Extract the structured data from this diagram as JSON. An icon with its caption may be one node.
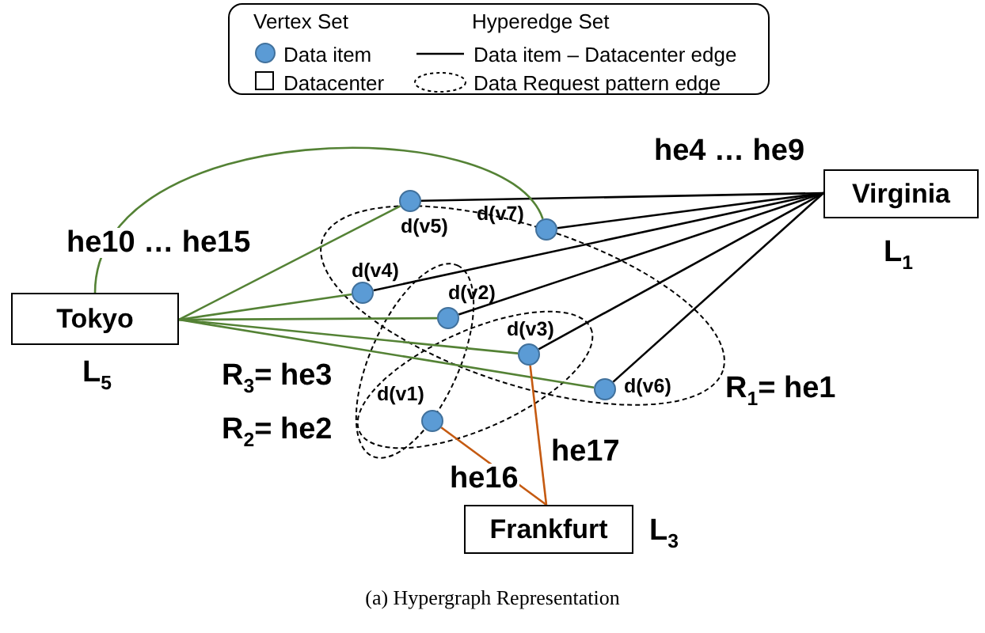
{
  "diagram": {
    "caption": "(a) Hypergraph Representation",
    "nodes": [
      {
        "text": [
          "Virginia"
        ],
        "beside": [
          "L$_{1}$"
        ]
      },
      {
        "text": [
          "Tokyo"
        ],
        "beside": [
          "L$_{5}$"
        ]
      },
      {
        "text": [
          "Frankfurt"
        ],
        "beside": [
          "L$_{3}$"
        ]
      },
      {
        "text": [
          "d(v5)"
        ]
      },
      {
        "text": [
          "d(v7)"
        ]
      },
      {
        "text": [
          "d(v4)"
        ]
      },
      {
        "text": [
          "d(v2)"
        ]
      },
      {
        "text": [
          "d(v3)"
        ]
      },
      {
        "text": [
          "d(v6)"
        ]
      },
      {
        "text": [
          "d(v1)"
        ]
      }
    ],
    "edges": [
      {
        "from": 0,
        "to": 3,
        "arrow": "none"
      },
      {
        "from": 0,
        "to": 4,
        "arrow": "none"
      },
      {
        "from": 0,
        "to": 5,
        "arrow": "none"
      },
      {
        "from": 0,
        "to": 6,
        "arrow": "none"
      },
      {
        "from": 0,
        "to": 7,
        "arrow": "none"
      },
      {
        "from": 0,
        "to": 8,
        "arrow": "none"
      },
      {
        "from": 1,
        "to": 3,
        "arrow": "none",
        "color": "#548235"
      },
      {
        "from": 1,
        "to": 4,
        "arrow": "none",
        "color": "#548235"
      },
      {
        "from": 1,
        "to": 5,
        "arrow": "none",
        "color": "#548235"
      },
      {
        "from": 1,
        "to": 6,
        "arrow": "none",
        "color": "#548235"
      },
      {
        "from": 1,
        "to": 7,
        "arrow": "none",
        "color": "#548235"
      },
      {
        "from": 1,
        "to": 8,
        "arrow": "none",
        "color": "#548235"
      },
      {
        "from": 2,
        "to": 9,
        "arrow": "none",
        "label": "he16",
        "color": "#c55a11"
      },
      {
        "from": 2,
        "to": 7,
        "arrow": "none",
        "label": "he17",
        "color": "#c55a11"
      }
    ],
    "labels": [
      "Vertex Set",
      "Hyperedge Set",
      "he4 … he9",
      "he10 … he15",
      "R$_{1}$= he1",
      "R$_{3}$= he3",
      "R$_{2}$= he2"
    ],
    "legend": [
      {
        "text": "Data item"
      },
      {
        "text": "Datacenter"
      },
      {
        "text": "Data item – Datacenter edge"
      },
      {
        "text": "Data Request pattern edge"
      }
    ]
  }
}
